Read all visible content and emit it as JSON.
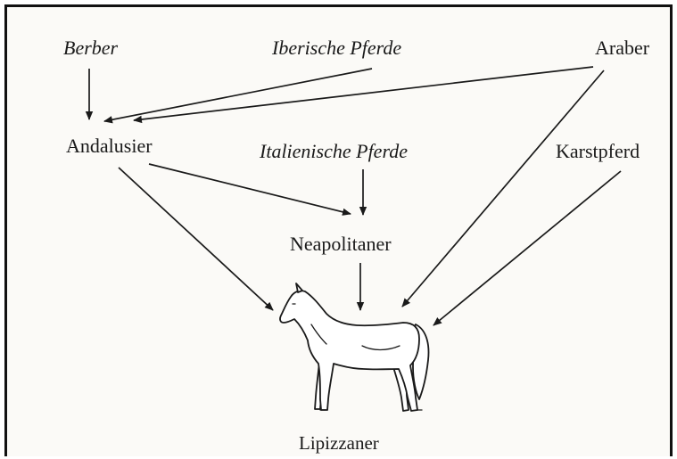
{
  "diagram": {
    "nodes": {
      "berber": "Berber",
      "iberische_pferde": "Iberische Pferde",
      "araber": "Araber",
      "andalusier": "Andalusier",
      "italienische_pferde": "Italienische Pferde",
      "karstpferd": "Karstpferd",
      "neapolitaner": "Neapolitaner",
      "lipizzaner": "Lipizzaner"
    },
    "edges": [
      {
        "from": "Berber",
        "to": "Andalusier"
      },
      {
        "from": "Iberische Pferde",
        "to": "Andalusier"
      },
      {
        "from": "Araber",
        "to": "Andalusier"
      },
      {
        "from": "Araber",
        "to": "Lipizzaner"
      },
      {
        "from": "Andalusier",
        "to": "Neapolitaner"
      },
      {
        "from": "Italienische Pferde",
        "to": "Neapolitaner"
      },
      {
        "from": "Andalusier",
        "to": "Lipizzaner"
      },
      {
        "from": "Neapolitaner",
        "to": "Lipizzaner"
      },
      {
        "from": "Karstpferd",
        "to": "Lipizzaner"
      }
    ],
    "horse_icon": "horse-icon"
  }
}
